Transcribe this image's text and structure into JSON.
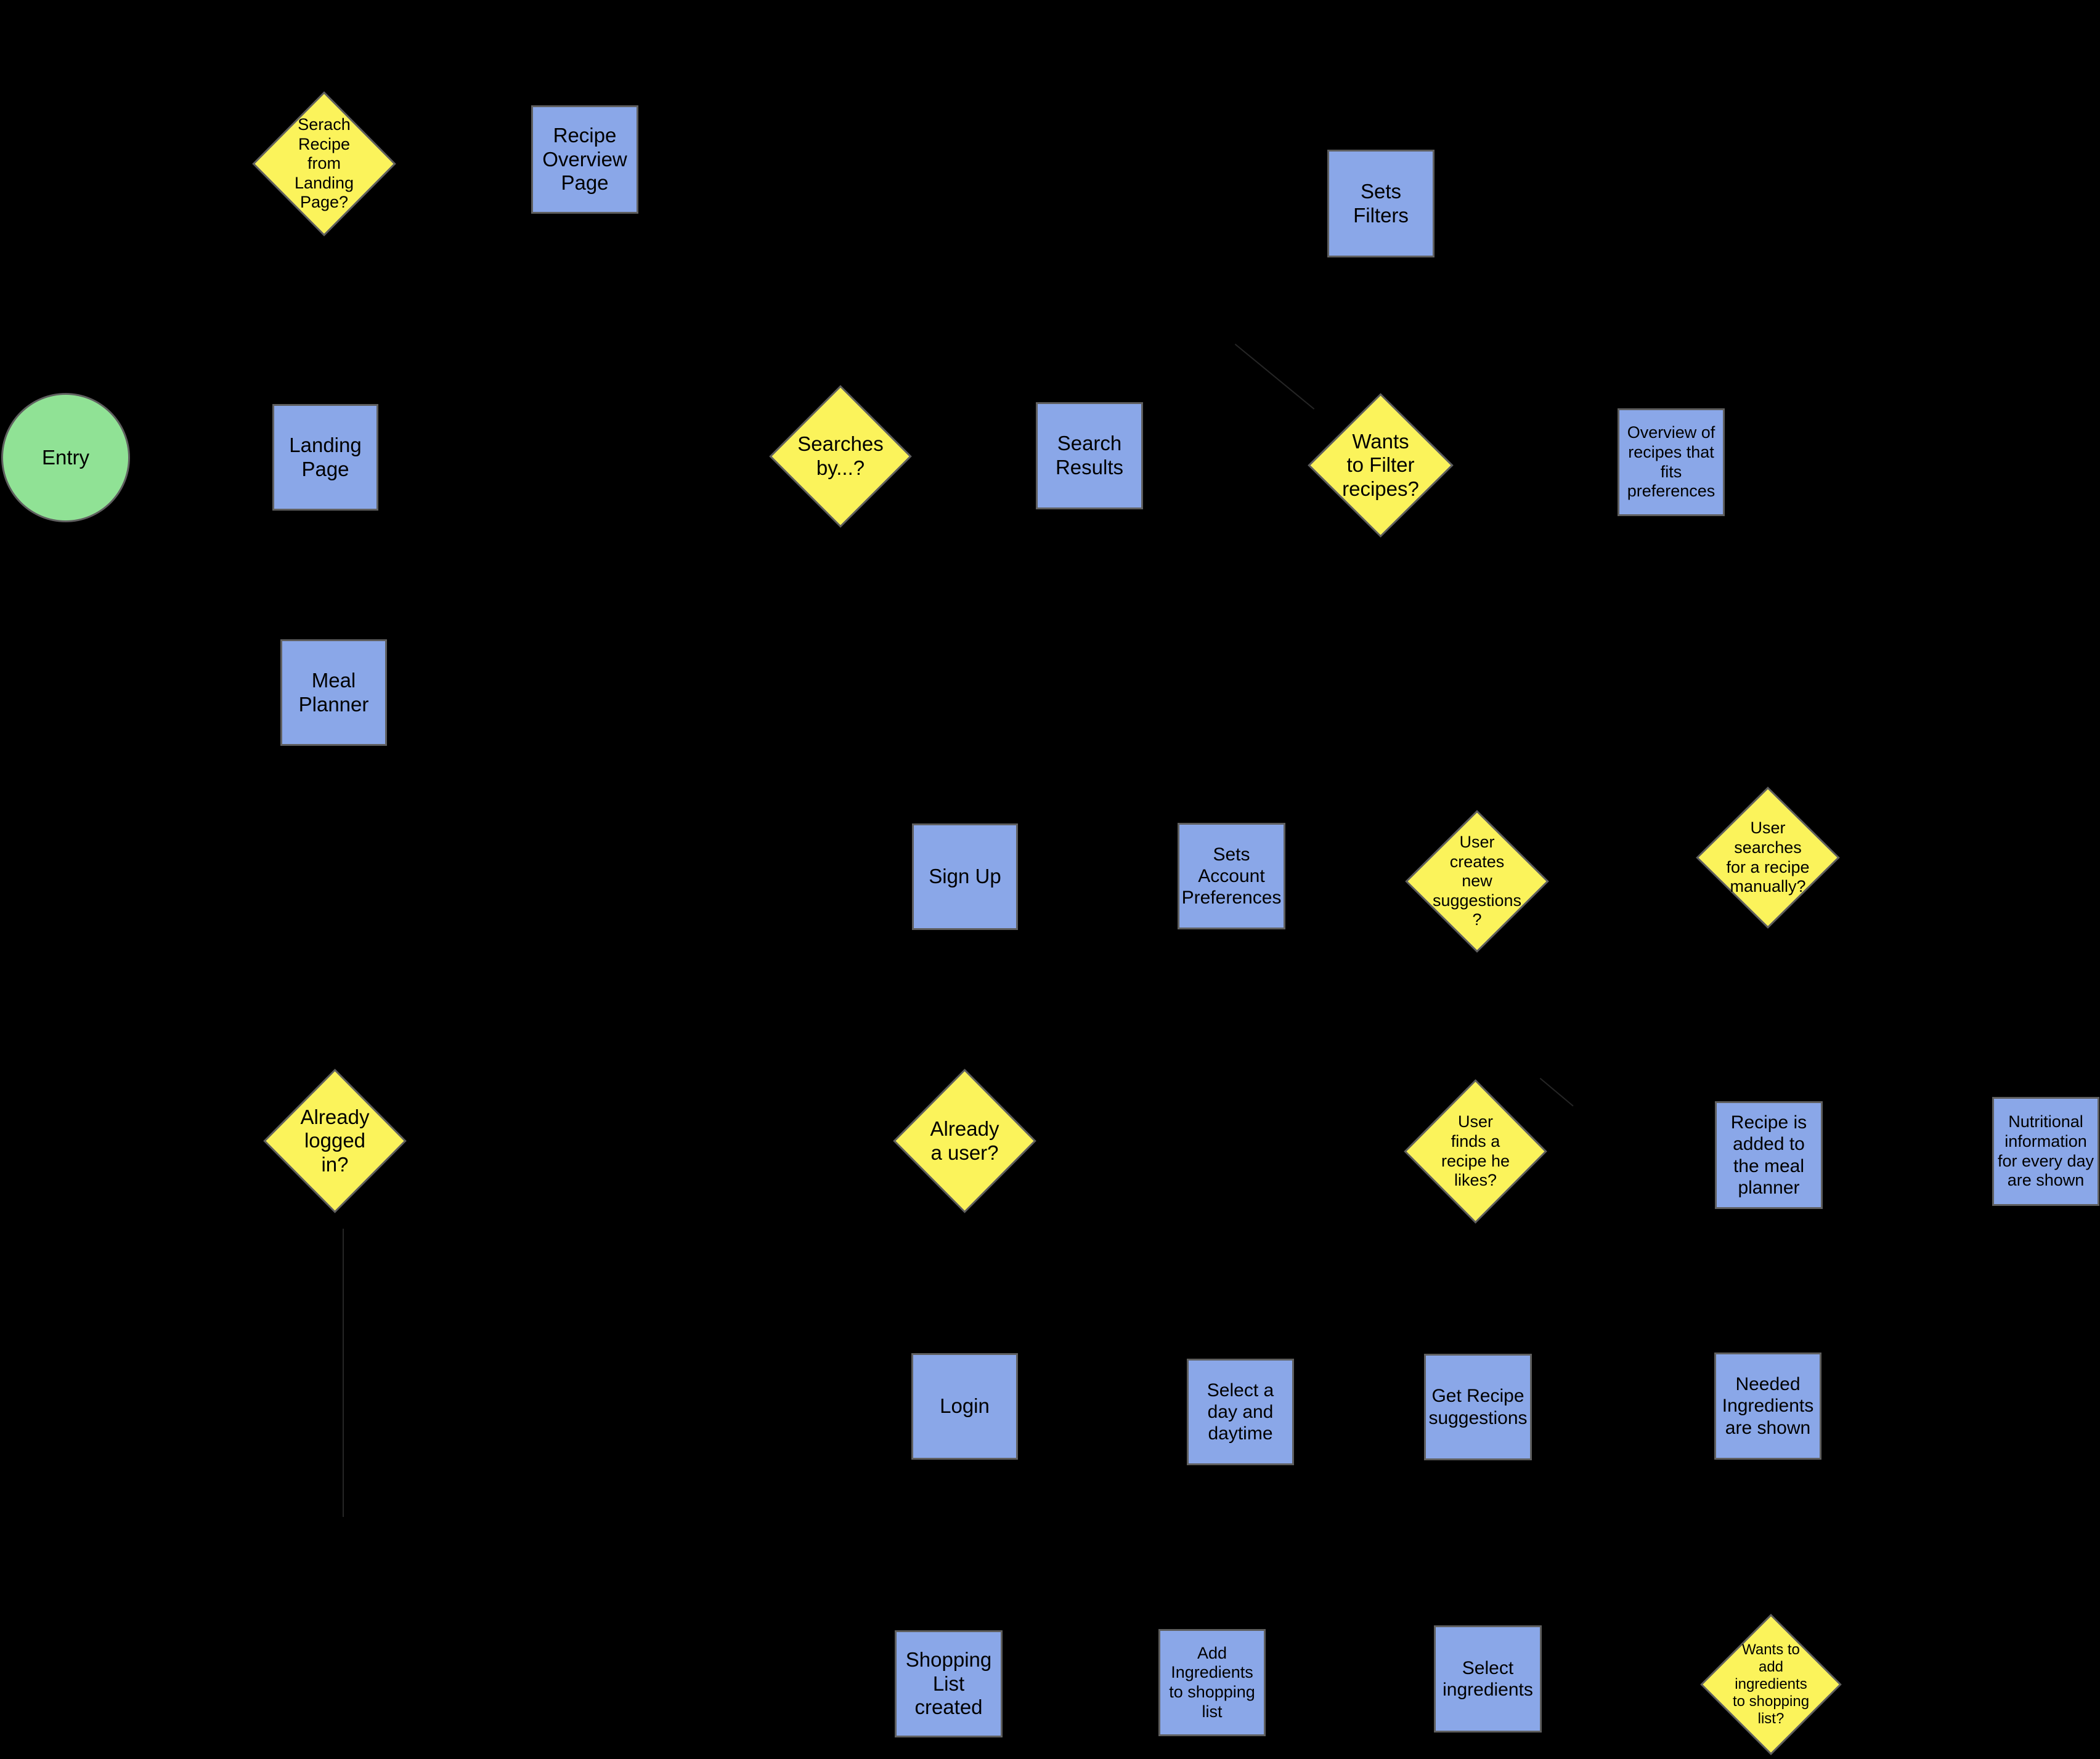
{
  "colors": {
    "background": "#000000",
    "process_fill": "#8AA7E8",
    "decision_fill": "#FBF35B",
    "start_fill": "#90E295",
    "border": "#5F5F5F",
    "text": "#000000",
    "faint_line": "#262626"
  },
  "nodes": {
    "entry": {
      "type": "start",
      "label": "Entry"
    },
    "serach_recipe_from_landing": {
      "type": "decision",
      "label": "Serach\nRecipe\nfrom\nLanding\nPage?"
    },
    "recipe_overview_page": {
      "type": "process",
      "label": "Recipe\nOverview\nPage"
    },
    "sets_filters": {
      "type": "process",
      "label": "Sets\nFilters"
    },
    "landing_page": {
      "type": "process",
      "label": "Landing\nPage"
    },
    "searches_by": {
      "type": "decision",
      "label": "Searches\nby...?"
    },
    "search_results": {
      "type": "process",
      "label": "Search\nResults"
    },
    "wants_to_filter": {
      "type": "decision",
      "label": "Wants\nto Filter\nrecipes?"
    },
    "overview_recipes_preferences": {
      "type": "process",
      "label": "Overview of\nrecipes that\nfits\npreferences"
    },
    "meal_planner": {
      "type": "process",
      "label": "Meal\nPlanner"
    },
    "sign_up": {
      "type": "process",
      "label": "Sign Up"
    },
    "sets_account_preferences": {
      "type": "process",
      "label": "Sets\nAccount\nPreferences"
    },
    "user_creates_new_suggestions": {
      "type": "decision",
      "label": "User\ncreates\nnew\nsuggestions\n?"
    },
    "user_searches_recipe_manually": {
      "type": "decision",
      "label": "User\nsearches\nfor a recipe\nmanually?"
    },
    "already_logged_in": {
      "type": "decision",
      "label": "Already\nlogged\nin?"
    },
    "already_a_user": {
      "type": "decision",
      "label": "Already\na user?"
    },
    "user_finds_recipe": {
      "type": "decision",
      "label": "User\nfinds a\nrecipe he\nlikes?"
    },
    "recipe_added_meal_planner": {
      "type": "process",
      "label": "Recipe is\nadded to\nthe meal\nplanner"
    },
    "nutritional_info": {
      "type": "process",
      "label": "Nutritional\ninformation\nfor every day\nare shown"
    },
    "login": {
      "type": "process",
      "label": "Login"
    },
    "select_day_daytime": {
      "type": "process",
      "label": "Select a\nday and\ndaytime"
    },
    "get_recipe_suggestions": {
      "type": "process",
      "label": "Get Recipe\nsuggestions"
    },
    "needed_ingredients": {
      "type": "process",
      "label": "Needed\nIngredients\nare shown"
    },
    "shopping_list_created": {
      "type": "process",
      "label": "Shopping\nList\ncreated"
    },
    "add_ingredients_shopping": {
      "type": "process",
      "label": "Add\nIngredients\nto shopping\nlist"
    },
    "select_ingredients": {
      "type": "process",
      "label": "Select\ningredients"
    },
    "wants_add_ingredients": {
      "type": "decision",
      "label": "Wants to\nadd\ningredients\nto shopping\nlist?"
    }
  }
}
